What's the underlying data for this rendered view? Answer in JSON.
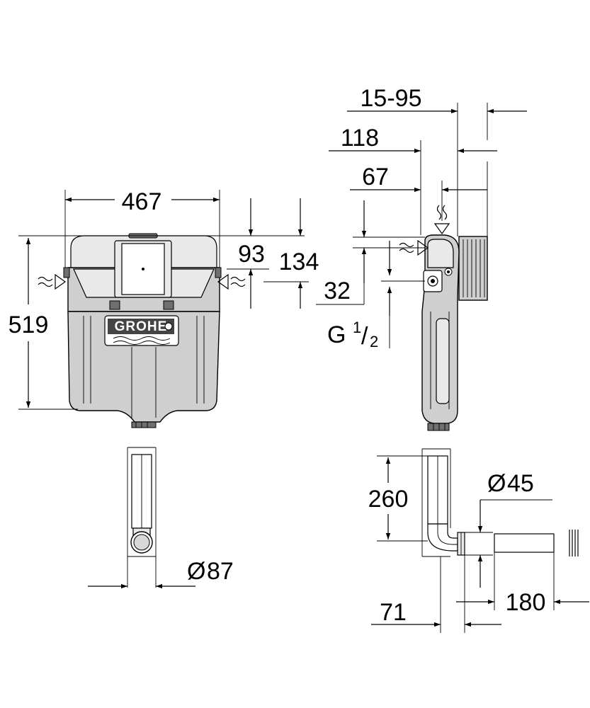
{
  "dimensions": {
    "width_total": "467",
    "height_total": "519",
    "inlet_height": "93",
    "top_height": "134",
    "depth_adjust": "15-95",
    "depth_118": "118",
    "depth_67": "67",
    "offset_32": "32",
    "thread_g": "G",
    "thread_num": "1",
    "thread_slash": "/",
    "thread_den": "2",
    "outlet_diameter": "87",
    "pipe_length_260": "260",
    "flush_diameter": "45",
    "pipe_length_180": "180",
    "offset_71": "71",
    "diameter_symbol": "Ø"
  },
  "logo": {
    "text": "GROHE"
  }
}
